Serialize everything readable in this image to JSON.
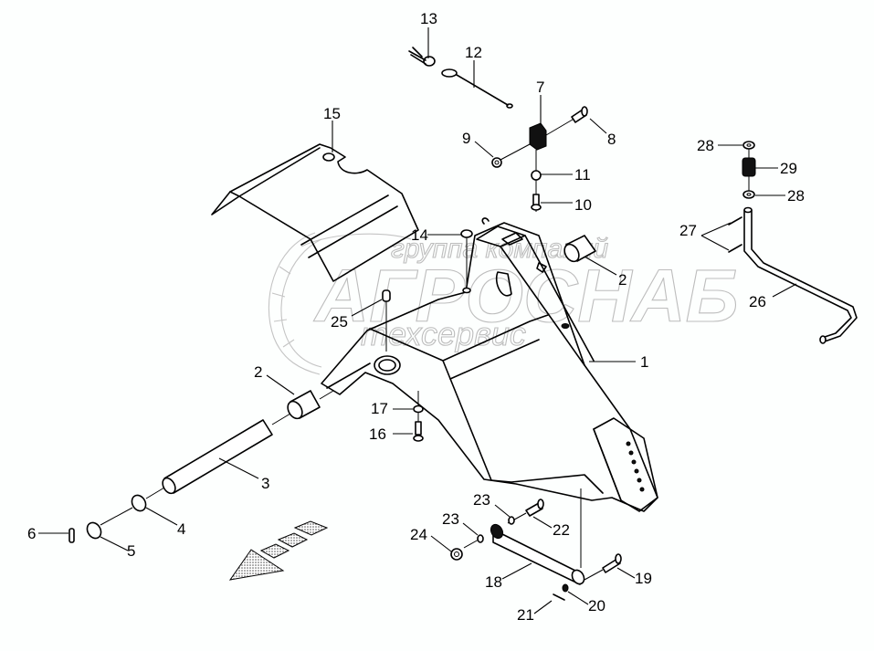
{
  "diagram": {
    "type": "exploded-parts-diagram",
    "callouts": [
      {
        "id": "c1",
        "label": "1"
      },
      {
        "id": "c2a",
        "label": "2"
      },
      {
        "id": "c2b",
        "label": "2"
      },
      {
        "id": "c3",
        "label": "3"
      },
      {
        "id": "c4",
        "label": "4"
      },
      {
        "id": "c5",
        "label": "5"
      },
      {
        "id": "c6",
        "label": "6"
      },
      {
        "id": "c7",
        "label": "7"
      },
      {
        "id": "c8",
        "label": "8"
      },
      {
        "id": "c9",
        "label": "9"
      },
      {
        "id": "c10",
        "label": "10"
      },
      {
        "id": "c11",
        "label": "11"
      },
      {
        "id": "c12",
        "label": "12"
      },
      {
        "id": "c13",
        "label": "13"
      },
      {
        "id": "c14",
        "label": "14"
      },
      {
        "id": "c15",
        "label": "15"
      },
      {
        "id": "c16",
        "label": "16"
      },
      {
        "id": "c17",
        "label": "17"
      },
      {
        "id": "c18",
        "label": "18"
      },
      {
        "id": "c19",
        "label": "19"
      },
      {
        "id": "c20",
        "label": "20"
      },
      {
        "id": "c21",
        "label": "21"
      },
      {
        "id": "c22",
        "label": "22"
      },
      {
        "id": "c23a",
        "label": "23"
      },
      {
        "id": "c23b",
        "label": "23"
      },
      {
        "id": "c24",
        "label": "24"
      },
      {
        "id": "c25",
        "label": "25"
      },
      {
        "id": "c26",
        "label": "26"
      },
      {
        "id": "c27",
        "label": "27"
      },
      {
        "id": "c28a",
        "label": "28"
      },
      {
        "id": "c28b",
        "label": "28"
      },
      {
        "id": "c29",
        "label": "29"
      }
    ],
    "direction_arrow": "travel-direction-arrow"
  },
  "watermark": {
    "line1": "группа компаний",
    "line2": "АГРОСНАБ",
    "line3": "техсервис"
  }
}
